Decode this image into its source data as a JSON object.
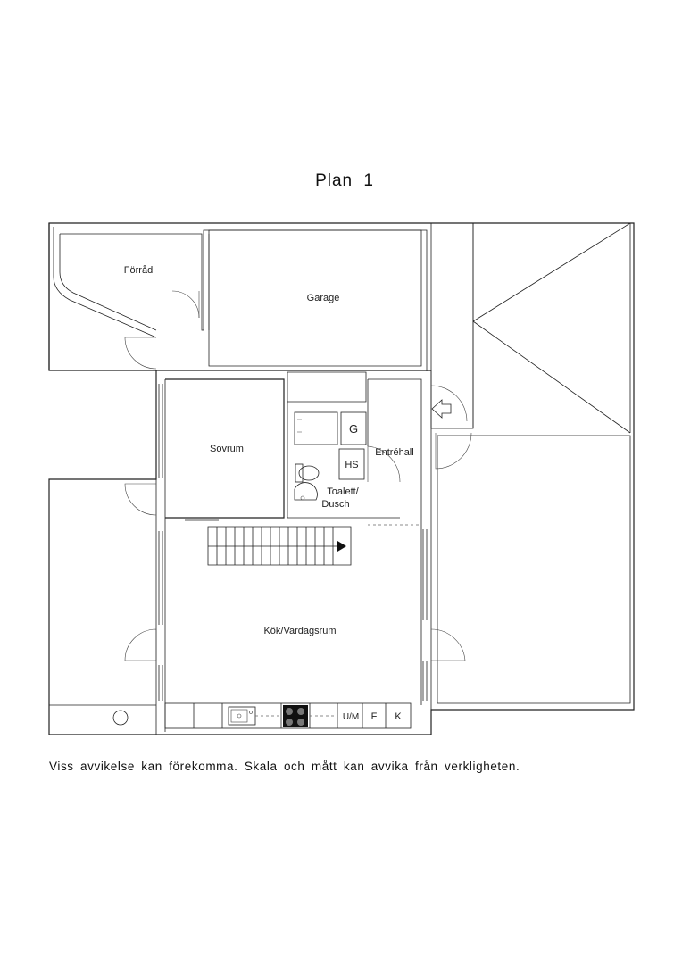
{
  "title": "Plan 1",
  "rooms": {
    "forrad": "Förråd",
    "garage": "Garage",
    "sovrum": "Sovrum",
    "entrehall": "Entréhall",
    "toalett_line1": "Toalett/",
    "toalett_line2": "Dusch",
    "kok": "Kök/Vardagsrum"
  },
  "fixtures": {
    "g": "G",
    "hs": "HS",
    "um": "U/M",
    "f": "F",
    "k": "K"
  },
  "icons": [
    "entrance-arrow-icon",
    "stair-direction-arrow-icon",
    "sink-icon",
    "stove-icon",
    "toilet-icon",
    "washbasin-icon",
    "shower-icon",
    "drain-icon"
  ],
  "disclaimer": "Viss avvikelse kan förekomma. Skala och mått kan avvika från verkligheten."
}
